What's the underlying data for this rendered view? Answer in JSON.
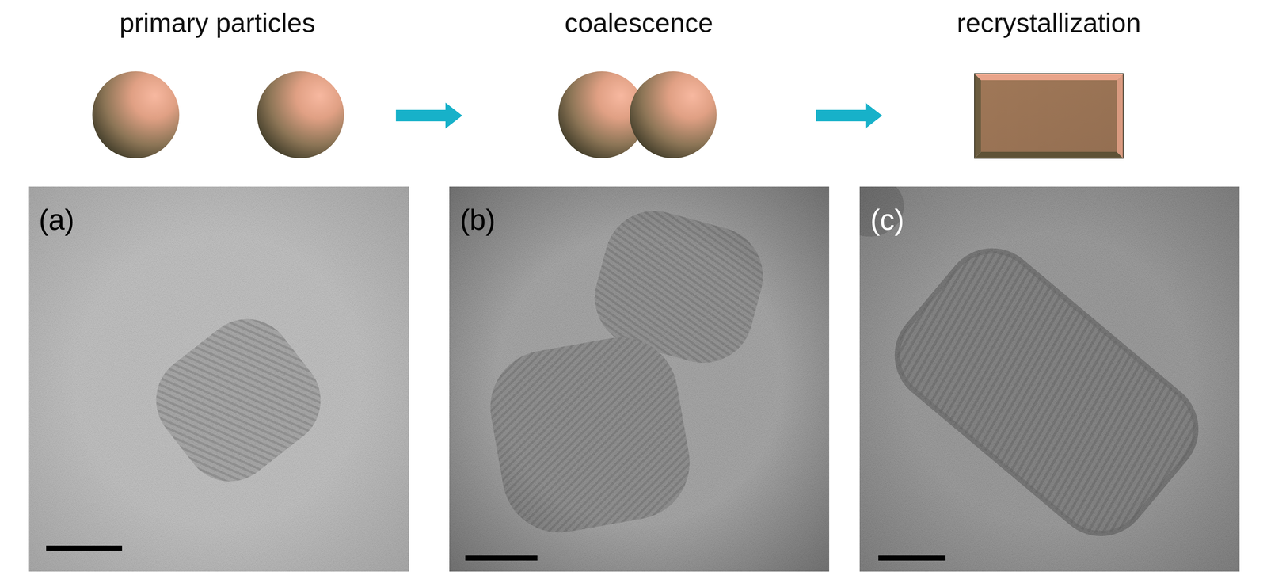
{
  "diagram": {
    "nodes": [
      {
        "text": [
          "primary particles"
        ]
      },
      {
        "text": [
          "coalescence"
        ]
      },
      {
        "text": [
          "recrystallization"
        ]
      }
    ],
    "edges": [
      {
        "from": 0,
        "to": 1,
        "arrow": "to"
      },
      {
        "from": 1,
        "to": 2,
        "arrow": "to"
      }
    ],
    "labels": [
      "(a)",
      "(b)",
      "(c)"
    ]
  }
}
